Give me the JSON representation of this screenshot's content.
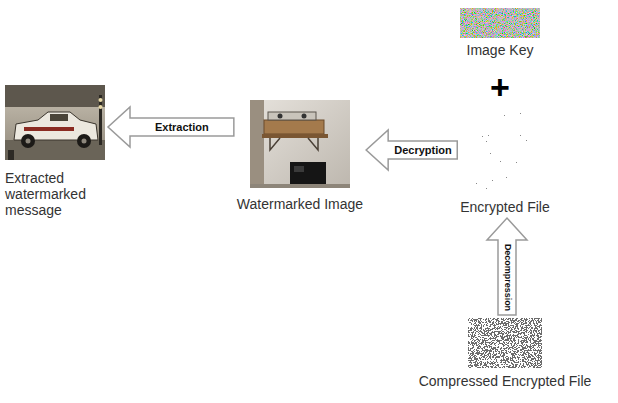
{
  "diagram": {
    "nodes": [
      {
        "text": [
          "Extracted watermarked message"
        ]
      },
      {
        "text": [
          "Watermarked Image"
        ]
      },
      {
        "text": [
          "Image Key"
        ]
      },
      {
        "text": [
          "Encrypted File"
        ]
      },
      {
        "text": [
          "Compressed Encrypted File"
        ]
      }
    ],
    "edges": [
      {
        "from": 4,
        "to": 3,
        "arrow": "to",
        "label": "Decompression"
      },
      {
        "from": 3,
        "to": 1,
        "arrow": "to",
        "label": "Decryption"
      },
      {
        "from": 1,
        "to": 0,
        "arrow": "to",
        "label": "Extraction"
      }
    ],
    "labels": [
      "+"
    ]
  }
}
